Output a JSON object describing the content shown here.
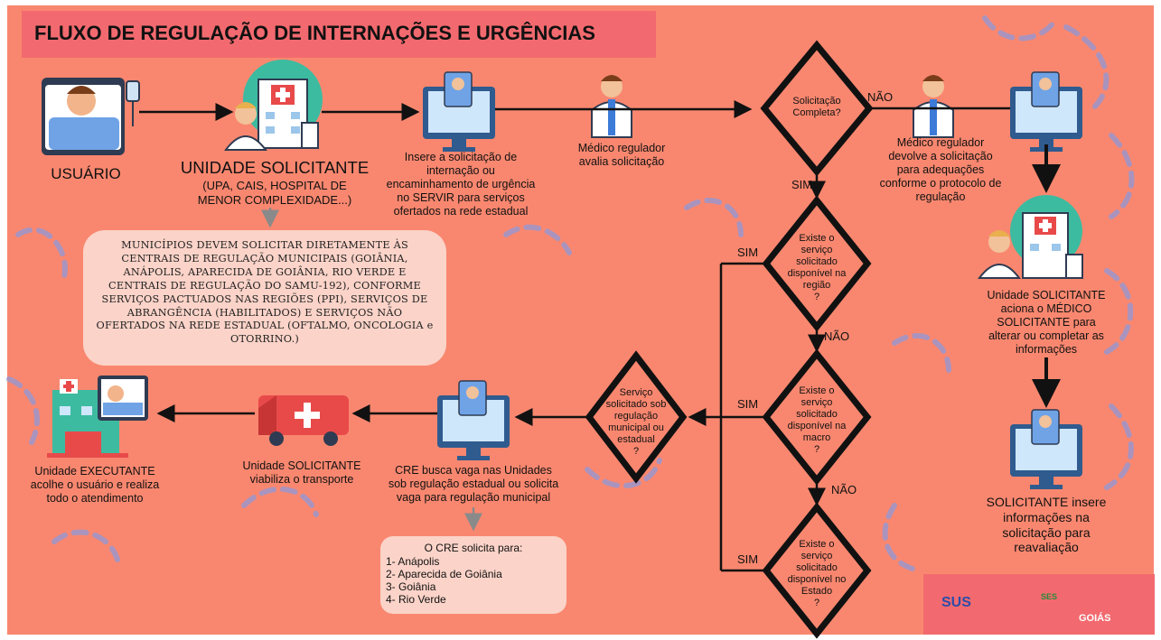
{
  "title": "FLUXO DE REGULAÇÃO DE INTERNAÇÕES E URGÊNCIAS",
  "nodes": {
    "usuario": "USUÁRIO",
    "unidade_solicitante_title": "UNIDADE SOLICITANTE",
    "unidade_solicitante_sub": [
      "(UPA, CAIS, HOSPITAL DE",
      "MENOR COMPLEXIDADE...)"
    ],
    "insere_solicitacao": [
      "Insere a solicitação de",
      "internação ou",
      "encaminhamento de urgência",
      "no SERVIR para serviços",
      "ofertados na rede estadual"
    ],
    "medico_avalia": [
      "Médico regulador",
      "avalia solicitação"
    ],
    "medico_devolve": [
      "Médico regulador",
      "devolve a solicitação",
      "para adequações",
      "conforme o protocolo de",
      "regulação"
    ],
    "unidade_aciona": [
      "Unidade SOLICITANTE",
      "aciona o MÉDICO",
      "SOLICITANTE para",
      "alterar ou completar as",
      "informações"
    ],
    "solicitante_insere": [
      "SOLICITANTE insere",
      "informações na",
      "solicitação para",
      "reavaliação"
    ],
    "cre_busca": [
      "CRE busca vaga nas Unidades",
      "sob regulação estadual ou solicita",
      "vaga para regulação municipal"
    ],
    "unidade_viabiliza": [
      "Unidade SOLICITANTE",
      "viabiliza o transporte"
    ],
    "unidade_executante": [
      "Unidade EXECUTANTE",
      "acolhe o usuário e realiza",
      "todo o atendimento"
    ]
  },
  "decisions": {
    "completa": [
      "Solicitação",
      "Completa?"
    ],
    "regiao": [
      "Existe o",
      "serviço",
      "solicitado",
      "disponível na",
      "região",
      "?"
    ],
    "macro": [
      "Existe o",
      "serviço",
      "solicitado",
      "disponível na",
      "macro",
      "?"
    ],
    "estado": [
      "Existe o",
      "serviço",
      "solicitado",
      "disponível no",
      "Estado",
      "?"
    ],
    "sob_regulacao": [
      "Serviço",
      "solicitado sob",
      "regulação",
      "municipal ou",
      "estadual",
      "?"
    ]
  },
  "edge_labels": {
    "nao_completa": "NÃO",
    "sim_completa": "SIM",
    "sim_regiao": "SIM",
    "nao_regiao": "NÃO",
    "sim_macro": "SIM",
    "nao_macro": "NÃO",
    "sim_estado": "SIM"
  },
  "notes": {
    "municipios": [
      "MUNICÍPIOS DEVEM SOLICITAR DIRETAMENTE ÀS",
      "CENTRAIS DE REGULAÇÃO MUNICIPAIS (GOIÂNIA,",
      "ANÁPOLIS, APARECIDA DE GOIÂNIA, RIO VERDE E",
      "CENTRAIS DE REGULAÇÃO DO SAMU-192), CONFORME",
      "SERVIÇOS PACTUADOS NAS REGIÕES (PPI), SERVIÇOS DE",
      "ABRANGÊNCIA (HABILITADOS) E SERVIÇOS NÃO",
      "OFERTADOS NA REDE ESTADUAL (OFTALMO, ONCOLOGIA e",
      "OTORRINO.)"
    ],
    "cre_solicita_head": "O CRE solicita para:",
    "cre_solicita_items": [
      "1- Anápolis",
      "2- Aparecida de Goiânia",
      "3- Goiânia",
      "4- Rio Verde"
    ]
  },
  "logos": {
    "sus": "SUS",
    "ses": "SES",
    "goias": "GOIÁS"
  },
  "colors": {
    "background": "#f9876f",
    "title_bg": "#f26a6f",
    "note_bg": "#fbd3c8",
    "swirl": "#8f98d8",
    "arrow": "#111111",
    "gray_arrow": "#8a8a8a"
  }
}
